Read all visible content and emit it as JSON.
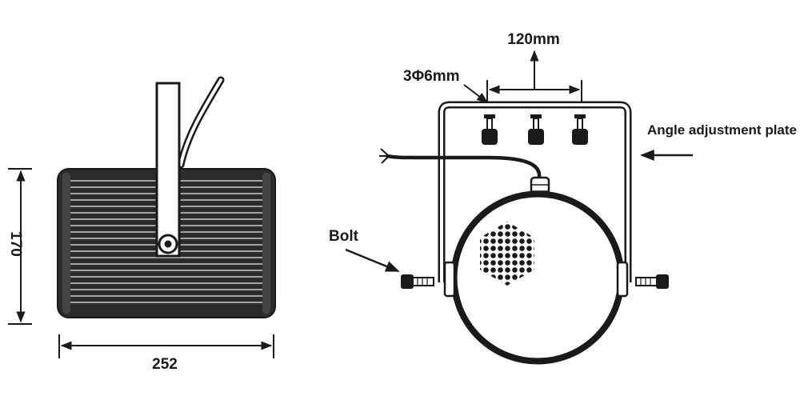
{
  "side_view": {
    "height_dimension": "170",
    "width_dimension": "252"
  },
  "front_view": {
    "spacing_dimension": "120mm",
    "hole_spec": "3Φ6mm",
    "plate_label": "Angle adjustment plate",
    "bolt_label": "Bolt"
  },
  "colors": {
    "ink": "#1a1a1a",
    "body_fill": "#2b2b2b",
    "background": "#ffffff"
  }
}
